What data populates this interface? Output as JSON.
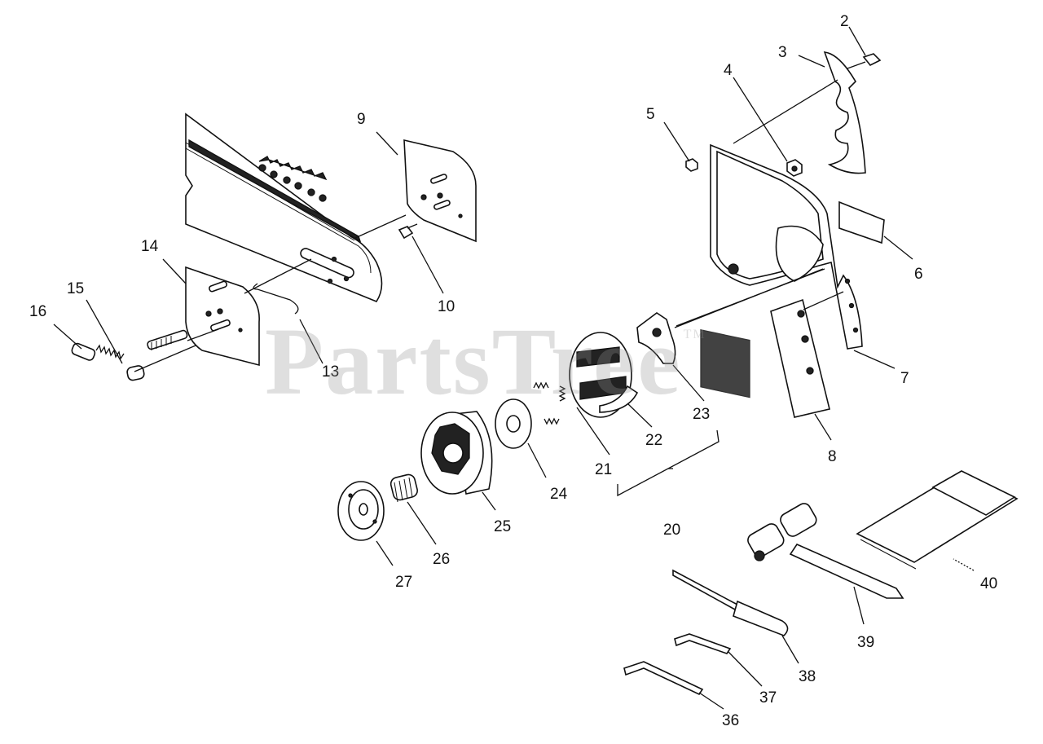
{
  "diagram": {
    "watermark": "PartsTree",
    "watermark_mark": "TM",
    "watermark_color": "#969696",
    "callouts": [
      {
        "id": "c2",
        "label": "2"
      },
      {
        "id": "c3",
        "label": "3"
      },
      {
        "id": "c4",
        "label": "4"
      },
      {
        "id": "c5",
        "label": "5"
      },
      {
        "id": "c6",
        "label": "6"
      },
      {
        "id": "c7",
        "label": "7"
      },
      {
        "id": "c8",
        "label": "8"
      },
      {
        "id": "c9",
        "label": "9"
      },
      {
        "id": "c10",
        "label": "10"
      },
      {
        "id": "c13",
        "label": "13"
      },
      {
        "id": "c14",
        "label": "14"
      },
      {
        "id": "c15",
        "label": "15"
      },
      {
        "id": "c16",
        "label": "16"
      },
      {
        "id": "c20",
        "label": "20"
      },
      {
        "id": "c21",
        "label": "21"
      },
      {
        "id": "c22",
        "label": "22"
      },
      {
        "id": "c23",
        "label": "23"
      },
      {
        "id": "c24",
        "label": "24"
      },
      {
        "id": "c25",
        "label": "25"
      },
      {
        "id": "c26",
        "label": "26"
      },
      {
        "id": "c27",
        "label": "27"
      },
      {
        "id": "c36",
        "label": "36"
      },
      {
        "id": "c37",
        "label": "37"
      },
      {
        "id": "c38",
        "label": "38"
      },
      {
        "id": "c39",
        "label": "39"
      },
      {
        "id": "c40",
        "label": "40"
      }
    ]
  }
}
